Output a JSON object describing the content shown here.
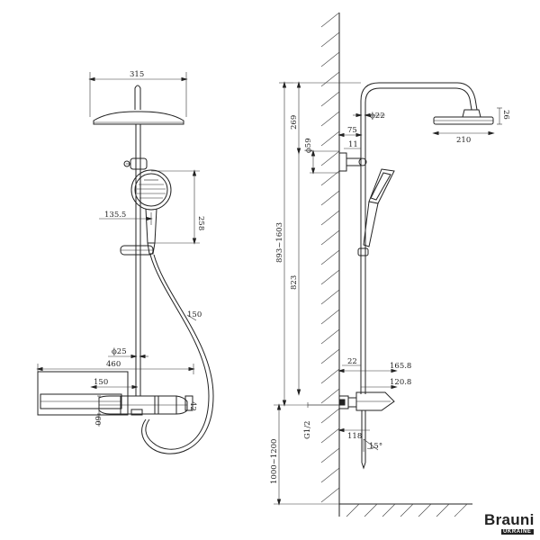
{
  "front_view": {
    "dims": {
      "head_width": "315",
      "handshower_offset": "135.5",
      "handshower_height": "258",
      "hose_bend": "150",
      "pipe_diameter": "ϕ25",
      "shelf_width": "460",
      "mixer_offset": "150",
      "shelf_height": "60",
      "mixer_depth": "42"
    }
  },
  "side_view": {
    "dims": {
      "arm_height": "269",
      "pipe_diameter": "ϕ22",
      "bracket_depth": "75",
      "bracket_diameter": "ϕ59",
      "bracket_gap": "11",
      "head_thickness": "26",
      "head_diameter": "210",
      "total_height": "893~1603",
      "riser_length": "823",
      "mixer_gap": "22",
      "mixer_projection": "165.8",
      "shelf_projection": "120.8",
      "thread": "G1/2",
      "spout_length": "118",
      "spout_angle": "15°",
      "install_height": "1000~1200"
    }
  },
  "logo": {
    "brand": "Brauni",
    "subtitle": "UKRAINE"
  }
}
